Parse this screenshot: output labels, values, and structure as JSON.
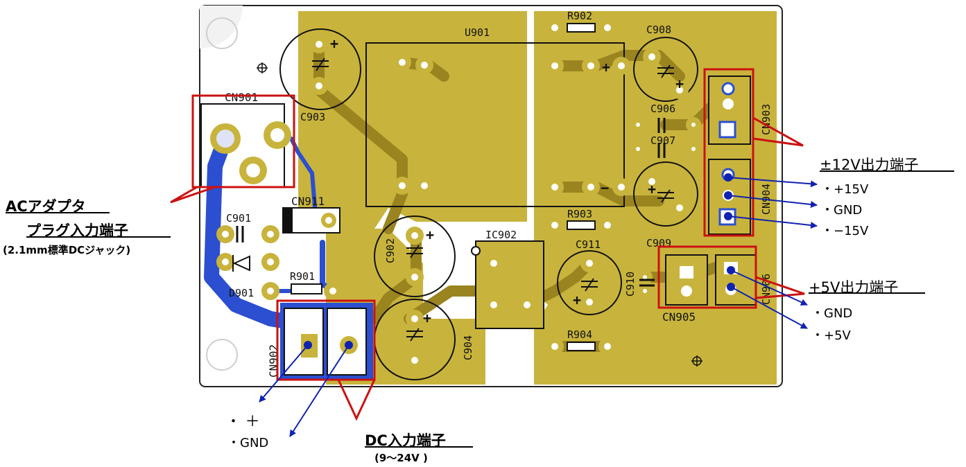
{
  "board": {
    "silk": {
      "u901": "U901",
      "r902": "R902",
      "c908": "C908",
      "cn901": "CN901",
      "c903": "C903",
      "cn903": "CN903",
      "c906": "C906",
      "c907": "C907",
      "cn911": "CN911",
      "c901": "C901",
      "c902": "C902",
      "r903": "R903",
      "ic902": "IC902",
      "c911": "C911",
      "c909": "C909",
      "cn904": "CN904",
      "cn906": "CN906",
      "r901": "R901",
      "d901": "D901",
      "c910": "C910",
      "cn905": "CN905",
      "cn902": "CN902",
      "c904": "C904",
      "r904": "R904",
      "plus": "+",
      "minus": "−"
    }
  },
  "annotations": {
    "ac_title": "ACアダプタ",
    "ac_title2": "プラグ入力端子",
    "ac_sub": "(2.1mm標準DCジャック)",
    "pm12_title": "±12V出力端子",
    "pm12_pin1": "・+15V",
    "pm12_pin2": "・GND",
    "pm12_pin3": "・−15V",
    "p5_title": "+5V出力端子",
    "p5_pin1": "・GND",
    "p5_pin2": "・+5V",
    "dc_pin1": "・ ＋",
    "dc_pin2": "・GND",
    "dc_title": "DC入力端子",
    "dc_sub": "(9〜24V )"
  },
  "colors": {
    "copper": "#c8b43c",
    "copper_dark": "#9a8420",
    "trace_blue": "#2b4fd0",
    "annotation_red": "#cc1111",
    "arrow_blue": "#1022b0",
    "board": "#ffffff"
  }
}
